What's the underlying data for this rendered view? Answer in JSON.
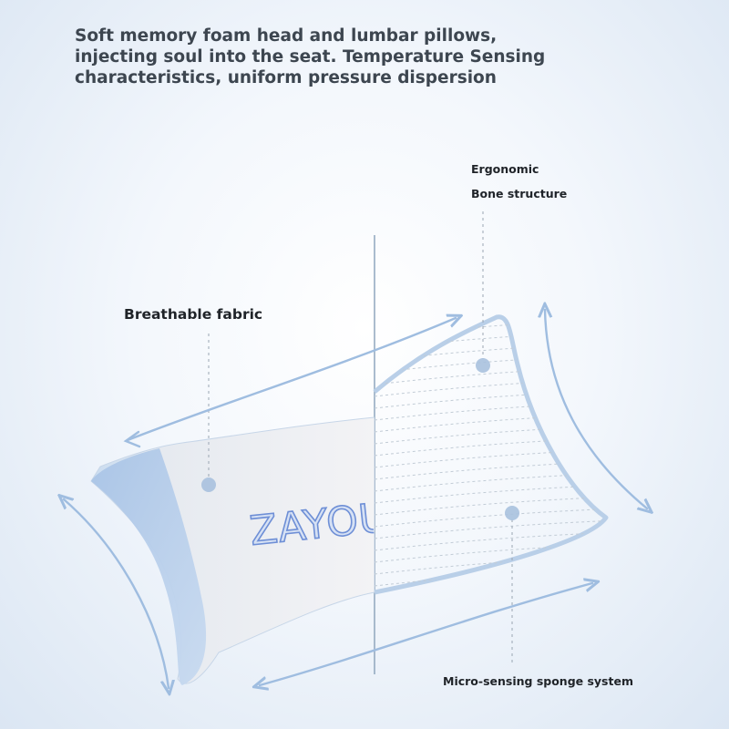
{
  "headline": {
    "lines": [
      "Soft memory foam head and lumbar pillows,",
      "injecting soul into the seat. Temperature Sensing",
      "characteristics, uniform pressure dispersion"
    ]
  },
  "labels": {
    "breathable_fabric": "Breathable fabric",
    "ergonomic": "Ergonomic",
    "bone_structure": "Bone structure",
    "micro_sensing": "Micro-sensing sponge system"
  },
  "brand_logo": "ZAYOU",
  "colors": {
    "text_dark": "#1f2328",
    "headline": "#3d4650",
    "accent_blue": "#9fbde0",
    "pillow_fabric": "#eeeff1",
    "pillow_edge": "#b7cde8",
    "logo_blue": "#6e8fd6"
  }
}
